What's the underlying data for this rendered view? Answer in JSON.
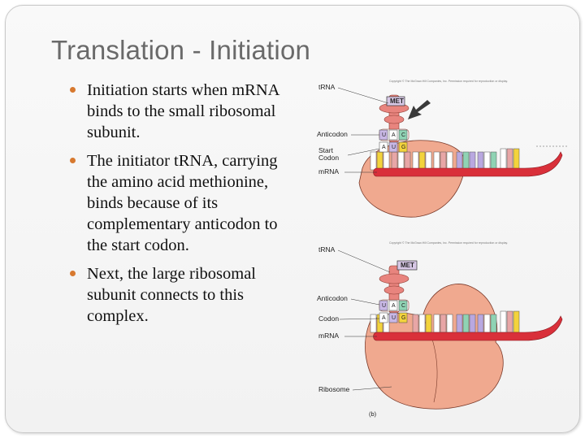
{
  "slide": {
    "title": "Translation - Initiation",
    "accent_color": "#d7792f",
    "bullets": [
      "Initiation starts when mRNA binds to the small ribosomal subunit.",
      "The initiator tRNA, carrying the amino acid methionine, binds because of its complementary anticodon to the start codon.",
      "Next, the large ribosomal subunit connects to this complex."
    ]
  },
  "figure": {
    "copyright_top": "Copyright © The McGraw-Hill Companies, Inc. Permission required for reproduction or display.",
    "copyright_bottom": "Copyright © The McGraw-Hill Companies, Inc. Permission required for reproduction or display.",
    "top": {
      "trna_label": "tRNA",
      "amino_acid": "MET",
      "anticodon_label": "Anticodon",
      "start_codon_label_1": "Start",
      "start_codon_label_2": "Codon",
      "mrna_label": "mRNA",
      "anticodon_letters": [
        "U",
        "A",
        "C"
      ],
      "codon_letters": [
        "A",
        "U",
        "G"
      ]
    },
    "bottom": {
      "trna_label": "tRNA",
      "amino_acid": "MET",
      "anticodon_label": "Anticodon",
      "codon_label": "Codon",
      "mrna_label": "mRNA",
      "ribosome_label": "Ribosome",
      "panel_label": "(b)",
      "anticodon_letters": [
        "U",
        "A",
        "C"
      ],
      "codon_letters": [
        "A",
        "U",
        "G"
      ]
    },
    "colors": {
      "ribosome": "#f0a98f",
      "mrna": "#d9303a",
      "trna": "#e8847e",
      "met_box": "#d8c8e6",
      "arrow": "#3a3a3a"
    }
  }
}
